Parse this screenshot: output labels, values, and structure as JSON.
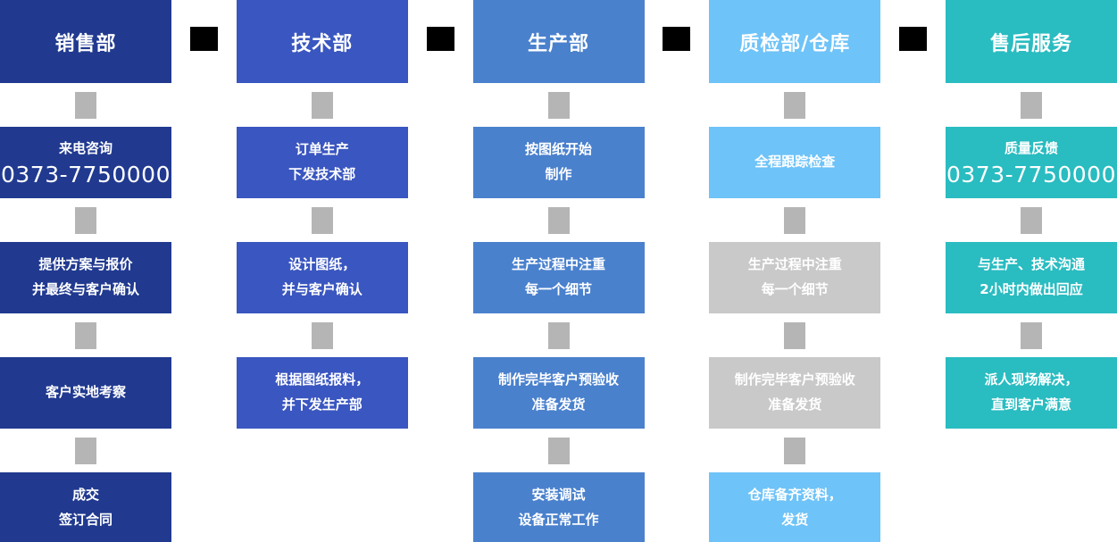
{
  "page": {
    "background": "#ffffff"
  },
  "colors": {
    "sales": "#213a90",
    "technology": "#3a56c0",
    "production": "#4a81cd",
    "qa_warehouse": "#6ec3f8",
    "aftersales": "#29bcc1",
    "connector_gray": "#b5b5b5",
    "muted_box_gray": "#c9c9c9",
    "separator_black": "#000000"
  },
  "columns": [
    {
      "id": "sales",
      "header": "销售部",
      "steps": [
        {
          "lines": [
            "来电咨询",
            "0373-7750000"
          ]
        },
        {
          "lines": [
            "提供方案与报价",
            "并最终与客户确认"
          ]
        },
        {
          "lines": [
            "客户实地考察"
          ]
        },
        {
          "lines": [
            "成交",
            "签订合同"
          ]
        }
      ]
    },
    {
      "id": "technology",
      "header": "技术部",
      "steps": [
        {
          "lines": [
            "订单生产",
            "下发技术部"
          ]
        },
        {
          "lines": [
            "设计图纸，",
            "并与客户确认"
          ]
        },
        {
          "lines": [
            "根据图纸报料，",
            "并下发生产部"
          ]
        }
      ]
    },
    {
      "id": "production",
      "header": "生产部",
      "steps": [
        {
          "lines": [
            "按图纸开始",
            "制作"
          ]
        },
        {
          "lines": [
            "生产过程中注重",
            "每一个细节"
          ]
        },
        {
          "lines": [
            "制作完毕客户预验收",
            "准备发货"
          ]
        },
        {
          "lines": [
            "安装调试",
            "设备正常工作"
          ]
        }
      ]
    },
    {
      "id": "qa_warehouse",
      "header": "质检部/仓库",
      "steps": [
        {
          "lines": [
            "全程跟踪检查"
          ]
        },
        {
          "lines": [
            "生产过程中注重",
            "每一个细节"
          ],
          "muted": true
        },
        {
          "lines": [
            "制作完毕客户预验收",
            "准备发货"
          ],
          "muted": true
        },
        {
          "lines": [
            "仓库备齐资料，",
            "发货"
          ]
        }
      ]
    },
    {
      "id": "aftersales",
      "header": "售后服务",
      "steps": [
        {
          "lines": [
            "质量反馈",
            "0373-7750000"
          ]
        },
        {
          "lines": [
            "与生产、技术沟通",
            "2小时内做出回应"
          ]
        },
        {
          "lines": [
            "派人现场解决，",
            "直到客户满意"
          ]
        }
      ]
    }
  ]
}
